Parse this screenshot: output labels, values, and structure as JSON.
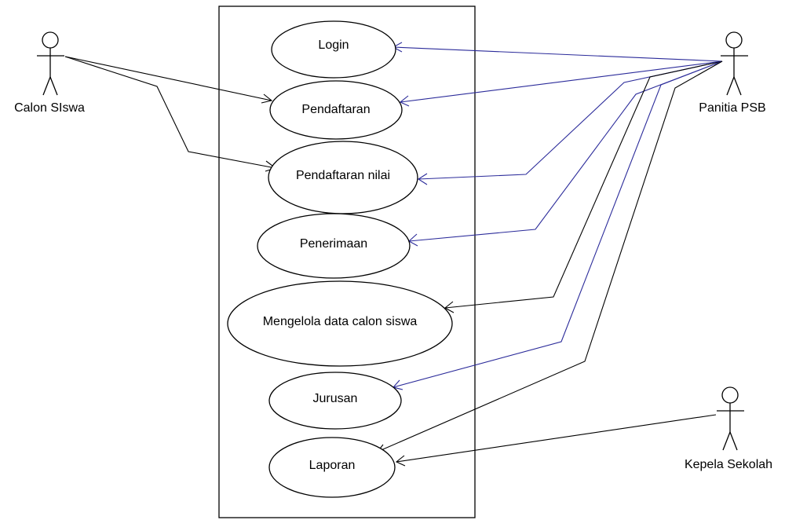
{
  "diagram": {
    "actors": [
      {
        "id": "calon",
        "label": "Calon SIswa"
      },
      {
        "id": "panitia",
        "label": "Panitia PSB"
      },
      {
        "id": "kepala",
        "label": "Kepela Sekolah"
      }
    ],
    "use_cases": [
      {
        "id": "login",
        "label": "Login"
      },
      {
        "id": "pendaftaran",
        "label": "Pendaftaran"
      },
      {
        "id": "nilai",
        "label": "Pendaftaran nilai"
      },
      {
        "id": "penerimaan",
        "label": "Penerimaan"
      },
      {
        "id": "mengelola",
        "label": "Mengelola data calon siswa"
      },
      {
        "id": "jurusan",
        "label": "Jurusan"
      },
      {
        "id": "laporan",
        "label": "Laporan"
      }
    ],
    "associations": [
      {
        "from": "calon",
        "to": "pendaftaran",
        "color": "#000000"
      },
      {
        "from": "calon",
        "to": "nilai",
        "color": "#000000"
      },
      {
        "from": "panitia",
        "to": "login",
        "color": "#2b2b9a"
      },
      {
        "from": "panitia",
        "to": "pendaftaran",
        "color": "#2b2b9a"
      },
      {
        "from": "panitia",
        "to": "nilai",
        "color": "#2b2b9a"
      },
      {
        "from": "panitia",
        "to": "penerimaan",
        "color": "#2b2b9a"
      },
      {
        "from": "panitia",
        "to": "mengelola",
        "color": "#000000"
      },
      {
        "from": "panitia",
        "to": "jurusan",
        "color": "#2b2b9a"
      },
      {
        "from": "panitia",
        "to": "laporan",
        "color": "#000000"
      },
      {
        "from": "kepala",
        "to": "laporan",
        "color": "#000000"
      }
    ]
  }
}
